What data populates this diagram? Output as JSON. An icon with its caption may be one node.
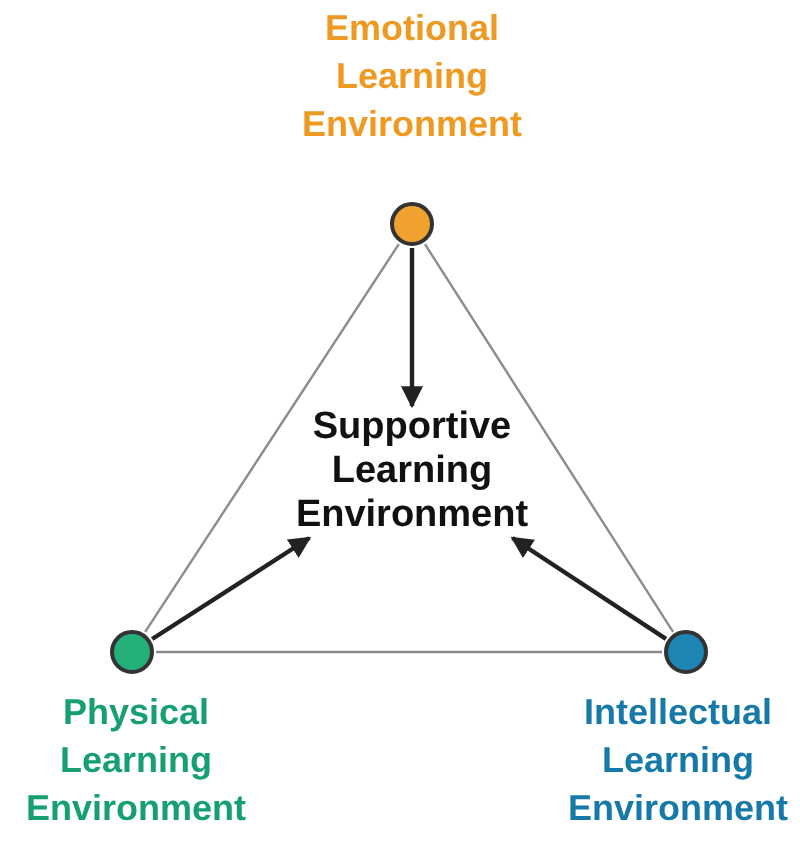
{
  "diagram": {
    "nodes": [
      {
        "text": [
          "Emotional Learning Environment"
        ]
      },
      {
        "text": [
          "Supportive Learning Environment"
        ]
      },
      {
        "text": [
          "Physical Learning Environment"
        ]
      },
      {
        "text": [
          "Intellectual Learning Environment"
        ]
      }
    ],
    "edges": [
      {
        "from": 0,
        "to": 2,
        "arrow": "none",
        "color": "#8c8c8c"
      },
      {
        "from": 0,
        "to": 3,
        "arrow": "none",
        "color": "#8c8c8c"
      },
      {
        "from": 2,
        "to": 3,
        "arrow": "none",
        "color": "#8c8c8c"
      },
      {
        "from": 0,
        "to": 1,
        "arrow": "to",
        "color": "#222222"
      },
      {
        "from": 2,
        "to": 1,
        "arrow": "to",
        "color": "#222222"
      },
      {
        "from": 3,
        "to": 1,
        "arrow": "to",
        "color": "#222222"
      }
    ]
  }
}
